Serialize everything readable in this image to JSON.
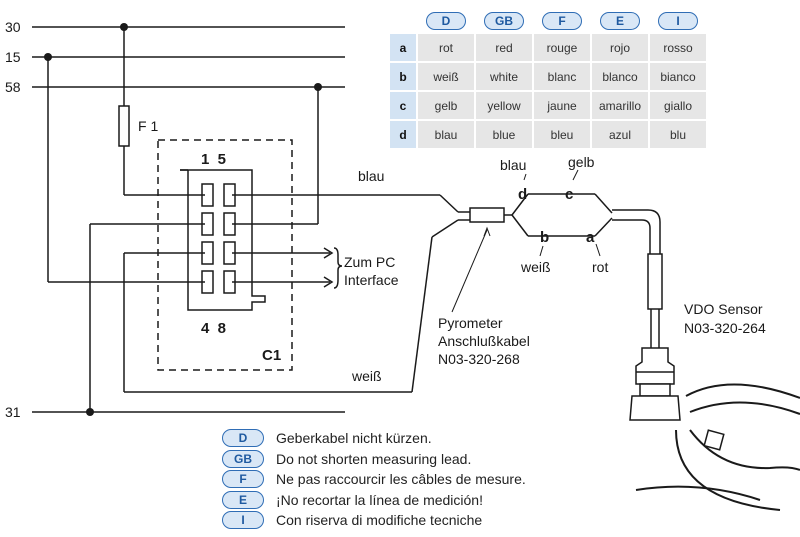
{
  "wiring": {
    "terminals": [
      "30",
      "15",
      "58",
      "31"
    ],
    "fuse_label": "F 1",
    "connector": {
      "pins_top": "1  5",
      "pins_bottom": "4  8",
      "name": "C1"
    },
    "pc_interface_line1": "Zum PC",
    "pc_interface_line2": "Interface",
    "wire_blau": "blau",
    "wire_weiss": "weiß",
    "pyrometer_line1": "Pyrometer",
    "pyrometer_line2": "Anschlußkabel",
    "pyrometer_line3": "N03-320-268",
    "sensor_line1": "VDO Sensor",
    "sensor_line2": "N03-320-264",
    "junction_letters": [
      "d",
      "c",
      "b",
      "a"
    ],
    "junction_colors": [
      "blau",
      "gelb",
      "weiß",
      "rot"
    ]
  },
  "color_table": {
    "languages": [
      "D",
      "GB",
      "F",
      "E",
      "I"
    ],
    "rows": [
      {
        "key": "a",
        "values": [
          "rot",
          "red",
          "rouge",
          "rojo",
          "rosso"
        ]
      },
      {
        "key": "b",
        "values": [
          "weiß",
          "white",
          "blanc",
          "blanco",
          "bianco"
        ]
      },
      {
        "key": "c",
        "values": [
          "gelb",
          "yellow",
          "jaune",
          "amarillo",
          "giallo"
        ]
      },
      {
        "key": "d",
        "values": [
          "blau",
          "blue",
          "bleu",
          "azul",
          "blu"
        ]
      }
    ]
  },
  "legend": [
    {
      "lang": "D",
      "text": "Geberkabel nicht kürzen."
    },
    {
      "lang": "GB",
      "text": "Do not shorten measuring lead."
    },
    {
      "lang": "F",
      "text": "Ne pas raccourcir les câbles de mesure."
    },
    {
      "lang": "E",
      "text": "¡No recortar la línea de medición!"
    },
    {
      "lang": "I",
      "text": "Con riserva di modifiche tecniche"
    }
  ],
  "colors": {
    "badge_border": "#2f6db5",
    "badge_fill": "#d9e7f6",
    "table_cell": "#e6e6e6",
    "row_key_cell": "#d3e3f3"
  }
}
